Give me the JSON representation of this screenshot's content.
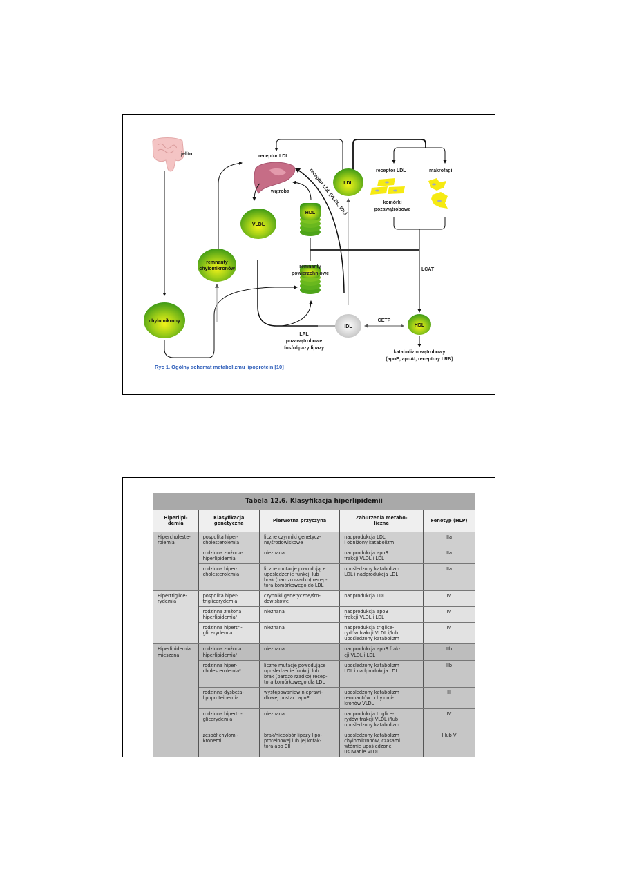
{
  "diagram": {
    "labels": {
      "jelito": "jelito",
      "receptor_ldl_liver": "receptor LDL",
      "watroba": "wątroba",
      "vldl": "VLDL",
      "hdl": "HDL",
      "ldl": "LDL",
      "receptor_ldl_cells": "receptor LDL",
      "makrofagi": "makrofagi",
      "komorki_1": "komórki",
      "komorki_2": "pozawątrobowe",
      "remnanty_chylo_1": "remnanty",
      "remnanty_chylo_2": "chylomikronów",
      "remnanty_pow_1": "remnanty",
      "remnanty_pow_2": "powierzchniowe",
      "chylomikrony": "chylomikrony",
      "lpl_1": "LPL",
      "lpl_2": "pozawątrobowe",
      "lpl_3": "fosfolipazy lipazy",
      "idl_grey": "IDL",
      "cetp": "CETP",
      "hdl_small": "HDL",
      "lcat": "LCAT",
      "katabolizm_1": "katabolizm wątrobowy",
      "katabolizm_2": "(apoE, apoAI, receptory LRB)",
      "receptor_curve": "receptor LDL (VLDL, IDL)"
    },
    "caption": "Ryc 1. Ogólny schemat metabolizmu lipoprotein [10]"
  },
  "table": {
    "title": "Tabela 12.6. Klasyfikacja hiperlipidemii",
    "headers": [
      "Hiperlipi-\ndemia",
      "Klasyfikacja\ngenetyczna",
      "Pierwotna przyczyna",
      "Zaburzenia metabo-\nliczne",
      "Fenotyp (HLP)"
    ],
    "groups": [
      {
        "name": "Hipercholeste-\nrolemia",
        "rows": [
          [
            "pospolita hiper-\ncholesterolemia",
            "liczne czynniki genetycz-\nne/środowiskowe",
            "nadprodukcja LDL\n i  obniżony katabolizm",
            "IIa"
          ],
          [
            "rodzinna złożona-\nhiperlipidemia",
            "nieznana",
            "nadprodukcja apoB\nfrakcji VLDL i LDL",
            "IIa"
          ],
          [
            "rodzinna hiper-\ncholesterolemia",
            "liczne mutacje powodujące\nupośledzenie funkcji lub\nbrak (bardzo rzadko) recep-\ntora komórkowego do LDL",
            "upośledzony katabolizm\nLDL i nadprodukcja LDL",
            "IIa"
          ]
        ]
      },
      {
        "name": "Hipertriglice-\nrydemia",
        "rows": [
          [
            "pospolita hiper-\ntriglicerydemia",
            "czynniki genetyczne/śro-\ndowiskowe",
            "nadprodukcja LDL",
            "IV"
          ],
          [
            "rodzinna złożona\nhiperlipidemia¹",
            "nieznana",
            "nadprodukcja apoB\nfrakcji VLDL i LDL",
            "IV"
          ],
          [
            "rodzinna hipertri-\nglicerydemia",
            "nieznana",
            "nadprodukcja triglice-\nrydów frakcji VLDL i/lub\nupośledzony katabolizm",
            "IV"
          ]
        ]
      },
      {
        "name": "Hiperlipidemia\nmieszana",
        "rows": [
          [
            "rodzinna złożona\nhiperlipidemia¹",
            "nieznana",
            "nadprodukcja apoB frak-\ncji VLDL i LDL",
            "IIb"
          ],
          [
            "rodzinna hiper-\ncholesterolemia²",
            "liczne mutacje powodujące\nupośledzenie funkcji lub\nbrak (bardzo rzadko) recep-\ntora komórkowego dla LDL",
            "upośledzony katabolizm\nLDL i nadprodukcja LDL",
            "IIb"
          ],
          [
            "rodzinna dysbeta-\nlipoproteinemia",
            "występowaniew nieprawi-\ndłowej postaci apoE",
            "upośledzony katabolizm\nremnantów i chylomi-\nkronów VLDL",
            "III"
          ],
          [
            "rodzinna hipertri-\nglicerydemia",
            "nieznana",
            "nadprodukcja triglice-\nrydów frakcji VLDL i/lub\nupośledzony katabolizm",
            "IV"
          ],
          [
            "zespół chylomi-\nkronemii",
            "brak/niedobór lipazy lipo-\nproteinowej lub jej kofak-\ntora apo CII",
            "upośledzony katabolizm\nchylomikronów, czasami\nwtórnie upośledzone\nusuwanie VLDL",
            "I lub V"
          ]
        ]
      }
    ]
  }
}
